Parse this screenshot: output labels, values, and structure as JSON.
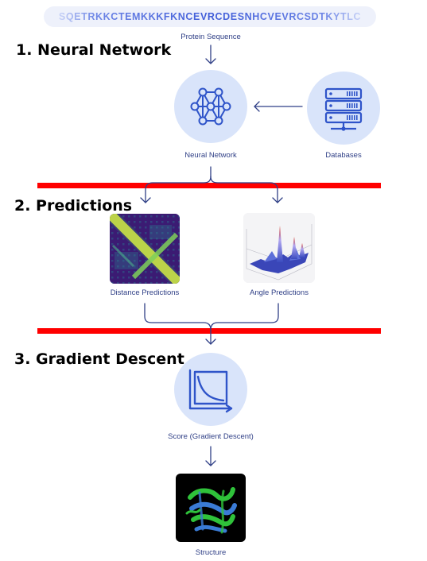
{
  "sequence": {
    "text": "SQETRKKCTEMKKKFKNCEVRCDESNHCVEVRCSDTKYTLC",
    "caption": "Protein Sequence"
  },
  "sections": [
    {
      "heading": "1. Neural Network"
    },
    {
      "heading": "2. Predictions"
    },
    {
      "heading": "3. Gradient Descent"
    }
  ],
  "nodes": {
    "neural_network": {
      "label": "Neural Network",
      "icon": "neural-network-icon"
    },
    "databases": {
      "label": "Databases",
      "icon": "database-server-icon"
    },
    "distance_predictions": {
      "label": "Distance Predictions",
      "icon": "distance-map-heatmap"
    },
    "angle_predictions": {
      "label": "Angle Predictions",
      "icon": "angle-surface-plot"
    },
    "score": {
      "label": "Score (Gradient Descent)",
      "icon": "decay-curve-chart-icon"
    },
    "structure": {
      "label": "Structure",
      "icon": "protein-ribbon-structure"
    }
  },
  "colors": {
    "accent_blue": "#3f5cd8",
    "icon_blue": "#2f54c9",
    "circle_fill": "#d9e4fa",
    "caption_text": "#2f3f86",
    "divider_red": "#ff0000",
    "heatmap_bg": "#3b1b73",
    "heatmap_diag": "#e8e33a",
    "structure_bg": "#000000"
  }
}
